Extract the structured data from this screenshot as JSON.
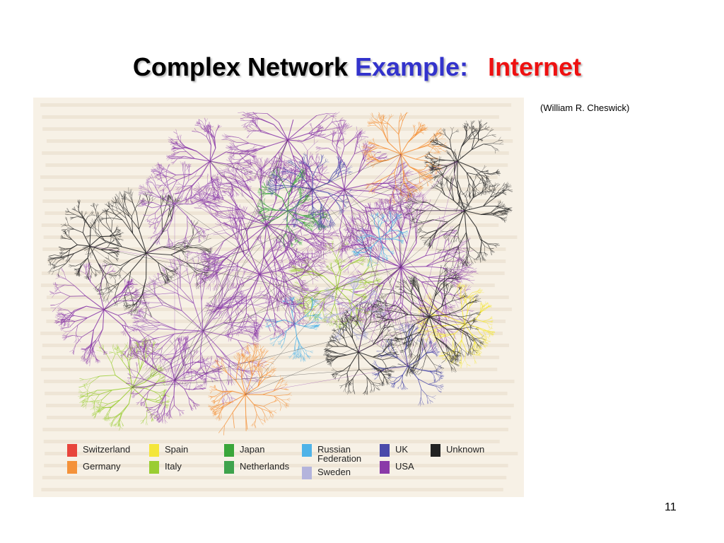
{
  "slide": {
    "title_part1": "Complex Network ",
    "title_part2": "Example",
    "title_part3": ":",
    "title_part4": "Internet",
    "title_colors": {
      "part1": "#000000",
      "part2": "#3333cc",
      "part3": "#3333cc",
      "part4": "#ee1111"
    },
    "credit": "(William R. Cheswick)",
    "page_number": "11"
  },
  "figure": {
    "legend": [
      {
        "label": "Switzerland",
        "color": "#e8453c",
        "icon": "color-swatch"
      },
      {
        "label": "Germany",
        "color": "#f4923a",
        "icon": "color-swatch"
      },
      {
        "label": "Spain",
        "color": "#f4e63a",
        "icon": "color-swatch"
      },
      {
        "label": "Italy",
        "color": "#9acd32",
        "icon": "color-swatch"
      },
      {
        "label": "Japan",
        "color": "#3aa63a",
        "icon": "color-swatch"
      },
      {
        "label": "Netherlands",
        "color": "#3fa34d",
        "icon": "color-swatch"
      },
      {
        "label": "Russian\nFederation",
        "color": "#4fb3e8",
        "icon": "color-swatch"
      },
      {
        "label": "Sweden",
        "color": "#b4b4dc",
        "icon": "color-swatch"
      },
      {
        "label": "UK",
        "color": "#4a4aaa",
        "icon": "color-swatch"
      },
      {
        "label": "USA",
        "color": "#8a3aa8",
        "icon": "color-swatch"
      },
      {
        "label": "Unknown",
        "color": "#222222",
        "icon": "color-swatch"
      }
    ],
    "network_palette": [
      "#8a3aa8",
      "#9b59b6",
      "#222222",
      "#f4923a",
      "#9acd32",
      "#3aa63a",
      "#4fb3e8",
      "#4a4aaa",
      "#f4e63a",
      "#b4b4dc",
      "#e8453c"
    ],
    "background_color": "#f7f1e6"
  }
}
